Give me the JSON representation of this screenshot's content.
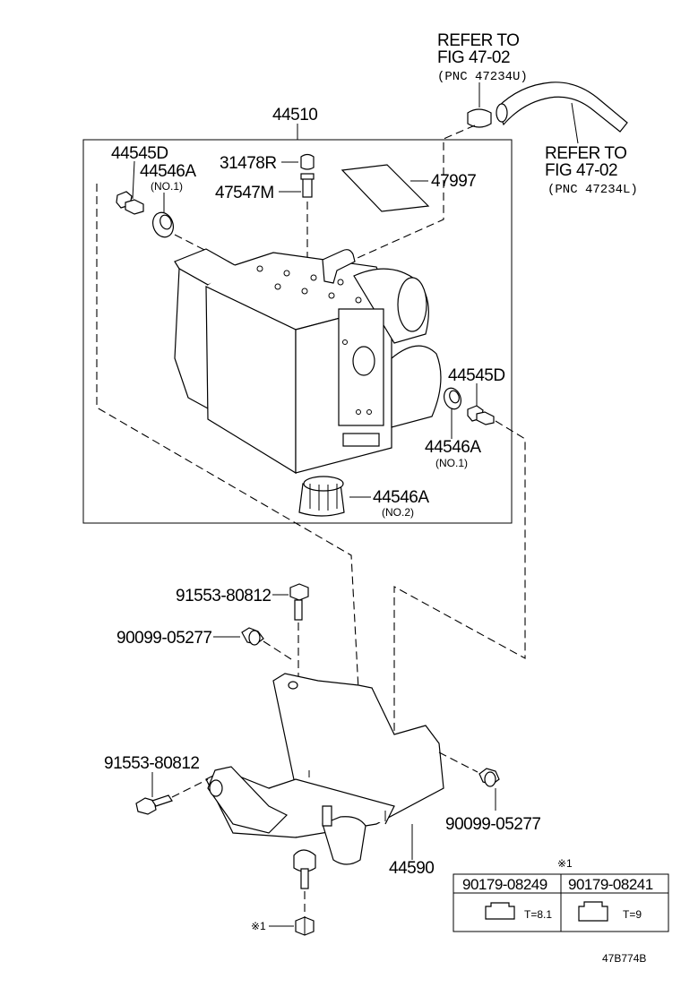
{
  "refs": {
    "top": [
      "REFER TO",
      "FIG 47-02",
      "(PNC 47234U)"
    ],
    "right": [
      "REFER TO",
      "FIG 47-02",
      "(PNC 47234L)"
    ]
  },
  "parts": {
    "p44510": "44510",
    "p44545d_left": "44545D",
    "p44546a_left": "44546A",
    "p44546a_left_note": "(NO.1)",
    "p31478r": "31478R",
    "p47547m": "47547M",
    "p47997": "47997",
    "p44545d_right": "44545D",
    "p44546a_right": "44546A",
    "p44546a_right_note": "(NO.1)",
    "p44546a_bottom": "44546A",
    "p44546a_bottom_note": "(NO.2)",
    "p91553_top": "91553-80812",
    "p90099_left": "90099-05277",
    "p91553_bottom": "91553-80812",
    "p90099_right": "90099-05277",
    "p44590": "44590",
    "mark_nut": "※1"
  },
  "table": {
    "mark": "※1",
    "col1_part": "90179-08249",
    "col2_part": "90179-08241",
    "col1_spec": "T=8.1",
    "col2_spec": "T=9"
  },
  "figure_code": "47B774B"
}
